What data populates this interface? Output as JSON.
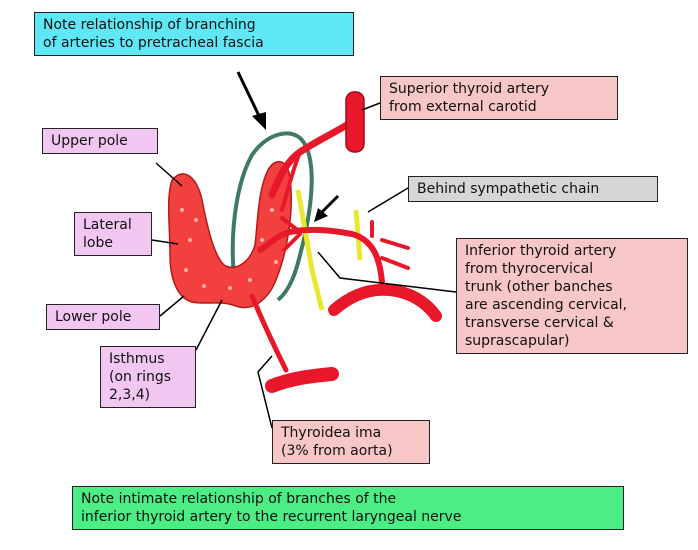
{
  "labels": {
    "note_branching": "Note relationship of branching\nof arteries to pretracheal fascia",
    "superior_thyroid": "Superior thyroid artery\nfrom external carotid",
    "upper_pole": "Upper pole",
    "behind_sympathetic": "Behind sympathetic chain",
    "lateral_lobe": "Lateral\nlobe",
    "inferior_thyroid": "Inferior thyroid artery\nfrom thyrocervical\ntrunk (other banches\nare ascending cervical,\ntransverse cervical &\nsuprascapular)",
    "lower_pole": "Lower pole",
    "isthmus": "Isthmus\n(on rings\n2,3,4)",
    "thyroidea_ima": "Thyroidea ima\n(3% from aorta)",
    "note_intimate": "Note intimate relationship of branches of the\ninferior thyroid artery to the recurrent laryngeal nerve"
  },
  "colors": {
    "cyan_box": "#5fe7f5",
    "pink_box": "#f7c6c6",
    "violet_box": "#f1c7f2",
    "grey_box": "#d6d6d6",
    "green_box": "#4ded85",
    "artery": "#e8182a",
    "thyroid": "#f2403f",
    "nerve": "#e8e830",
    "fascia": "#3f7a63"
  }
}
